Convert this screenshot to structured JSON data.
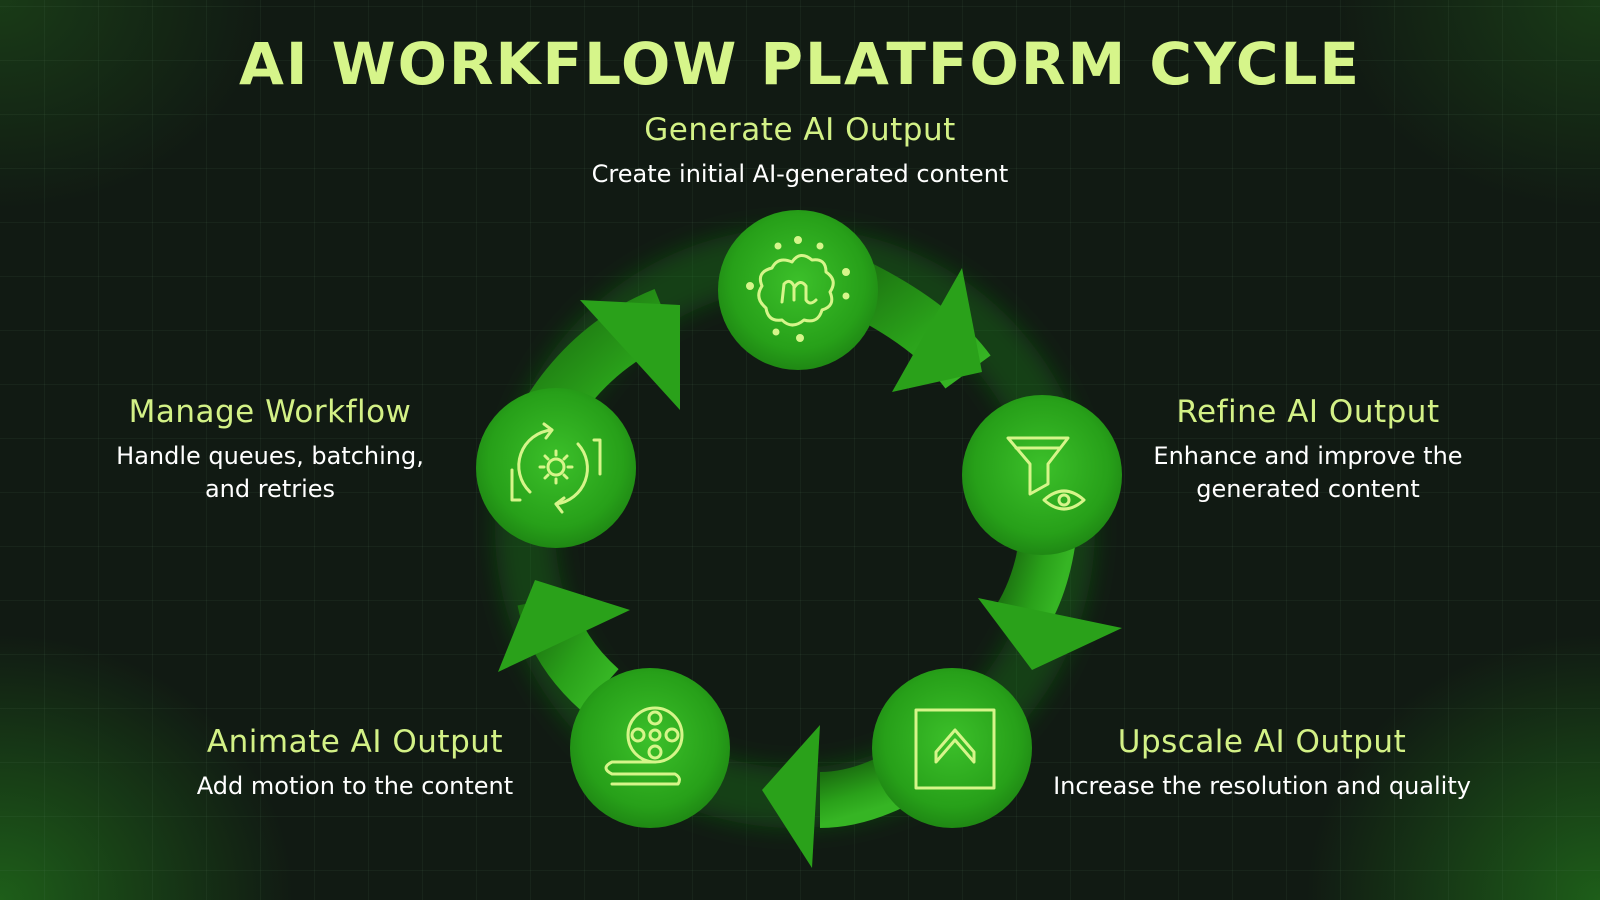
{
  "title": "AI WORKFLOW PLATFORM CYCLE",
  "steps": [
    {
      "title": "Generate AI Output",
      "desc": "Create initial AI-generated content",
      "icon": "ai-sparkle-icon"
    },
    {
      "title": "Refine AI Output",
      "desc": "Enhance and improve the generated content",
      "icon": "filter-eye-icon"
    },
    {
      "title": "Upscale AI Output",
      "desc": "Increase the resolution and quality",
      "icon": "upscale-arrow-icon"
    },
    {
      "title": "Animate AI Output",
      "desc": "Add motion to the content",
      "icon": "film-reel-icon"
    },
    {
      "title": "Manage Workflow",
      "desc": "Handle queues, batching, and retries",
      "icon": "gear-cycle-icon"
    }
  ],
  "colors": {
    "accent": "#d6f58a",
    "ring": "#2ea81c",
    "background": "#111a13"
  }
}
